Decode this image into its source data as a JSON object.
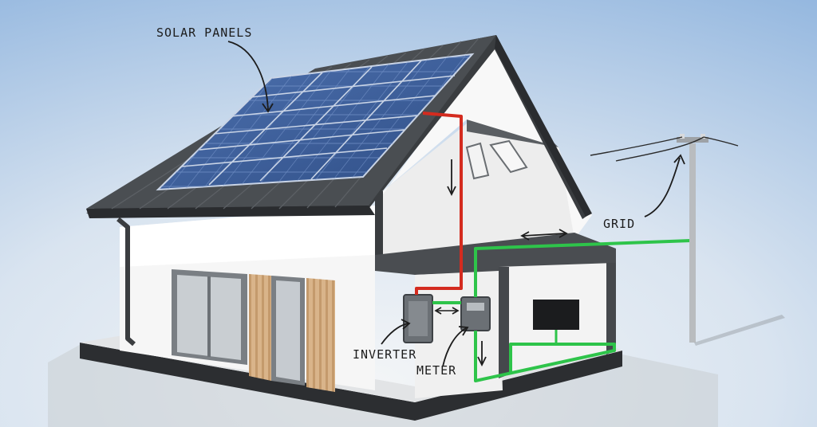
{
  "labels": {
    "solar_panels": "SOLAR PANELS",
    "grid": "GRID",
    "inverter": "INVERTER",
    "meter": "METER"
  },
  "colors": {
    "background_top": "#8fb4de",
    "background_bottom": "#f2f4f6",
    "roof": "#3a3d40",
    "panel": "#3b5d9a",
    "wall": "#f4f4f4",
    "dc_wire": "#d42b1f",
    "ac_wire": "#2ec44a",
    "wood": "#d9b48a",
    "ink": "#1c1c1c"
  },
  "icons": {
    "arrow_down": "arrow-down-icon",
    "arrow_both": "arrow-left-right-icon"
  }
}
